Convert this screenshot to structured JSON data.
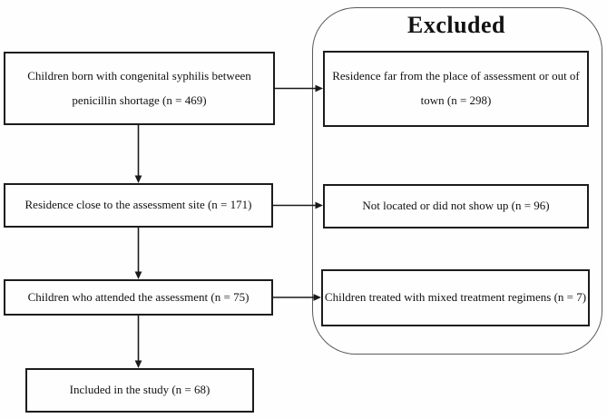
{
  "diagram": {
    "excluded_panel": {
      "title": "Excluded",
      "boxes": [
        {
          "id": "residence-far",
          "label": "Residence far from the place of assessment or out of town (n = 298)",
          "n": 298
        },
        {
          "id": "not-located",
          "label": "Not located or did not show up (n = 96)",
          "n": 96
        },
        {
          "id": "mixed-regimens",
          "label": "Children treated with mixed treatment regimens (n = 7)",
          "n": 7
        }
      ]
    },
    "flow_boxes": [
      {
        "id": "population",
        "label": "Children born with congenital syphilis between penicillin shortage (n = 469)",
        "n": 469
      },
      {
        "id": "residence-close",
        "label": "Residence close to the assessment site (n = 171)",
        "n": 171
      },
      {
        "id": "attended",
        "label": "Children who attended the assessment (n = 75)",
        "n": 75
      },
      {
        "id": "included",
        "label": "Included in the study (n = 68)",
        "n": 68
      }
    ],
    "line_color": "#1a1a1a",
    "panel_border_color": "#5a5a5a"
  }
}
